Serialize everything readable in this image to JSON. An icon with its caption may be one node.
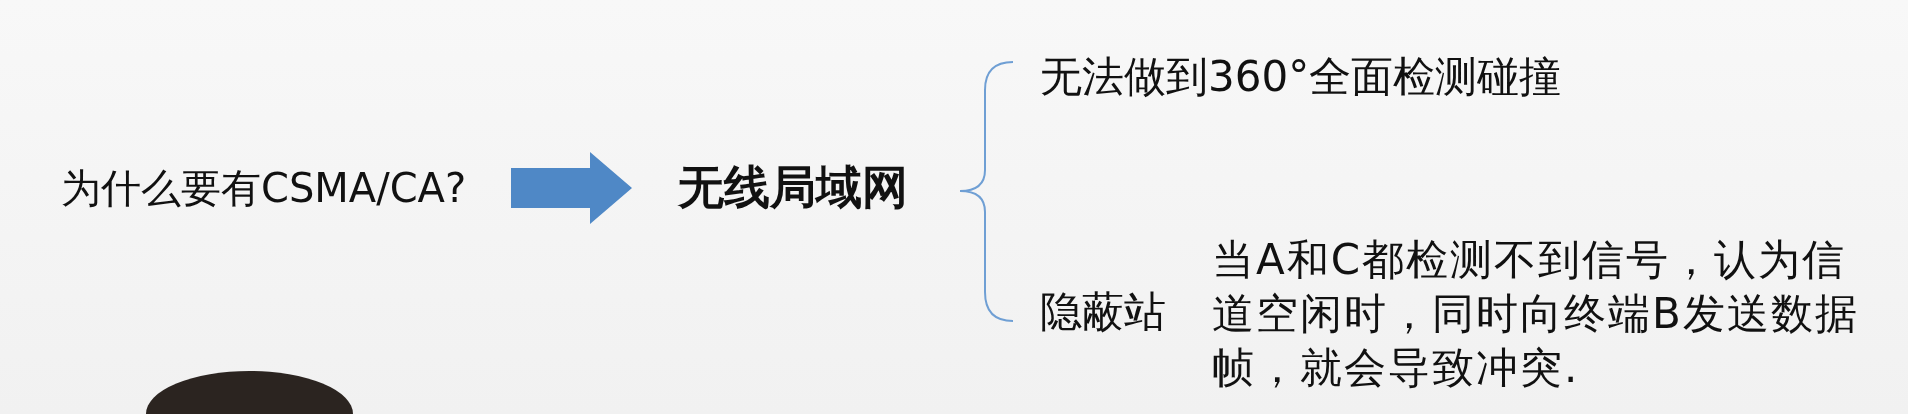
{
  "diagram": {
    "nodes": [
      {
        "text": [
          "为什么要有CSMA/CA?"
        ]
      },
      {
        "text": [
          "无线局域网"
        ]
      },
      {
        "text": [
          "无法做到360°全面检测碰撞"
        ]
      },
      {
        "text": [
          "隐蔽站"
        ],
        "beside": [
          "当A和C都检测不到信号，认为信道空闲时，同时向终端B发送数据帧，就会导致冲突."
        ]
      },
      {
        "text": [],
        "shape": "person"
      }
    ],
    "edges": [
      {
        "from": 0,
        "to": 1,
        "arrow": "to",
        "style": "thick"
      }
    ]
  }
}
